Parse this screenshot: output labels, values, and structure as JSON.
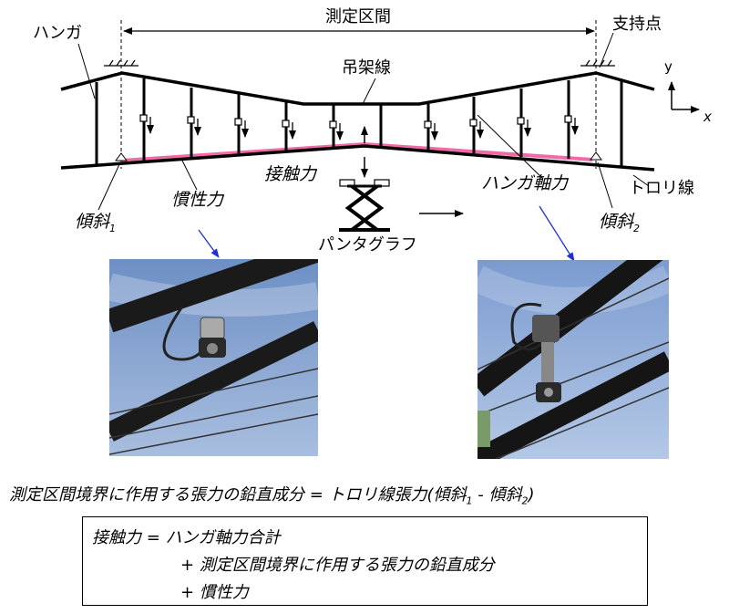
{
  "labels": {
    "measure_section": "測定区間",
    "hanger": "ハンガ",
    "support_point": "支持点",
    "messenger_wire": "吊架線",
    "axis_y": "y",
    "axis_x": "x",
    "contact_force": "接触力",
    "hanger_axial_force": "ハンガ軸力",
    "trolley_wire": "トロリ線",
    "inertia_force": "慣性力",
    "slope": "傾斜",
    "slope_sub_1": "1",
    "slope_sub_2": "2",
    "pantograph": "パンタグラフ"
  },
  "formula": {
    "lhs": "測定区間境界に作用する張力の鉛直成分 = トロリ線張力(傾斜",
    "sub1": "1",
    "mid": " - 傾斜",
    "sub2": "2",
    "end": ")"
  },
  "box": {
    "line1": "接触力 = ハンガ軸力合計",
    "line2": "+ 測定区間境界に作用する張力の鉛直成分",
    "line3": "+ 慣性力"
  },
  "colors": {
    "pink_line": "#f06aa8",
    "blue_arrow": "#1f2fd6",
    "sky": "#7e9fce"
  }
}
